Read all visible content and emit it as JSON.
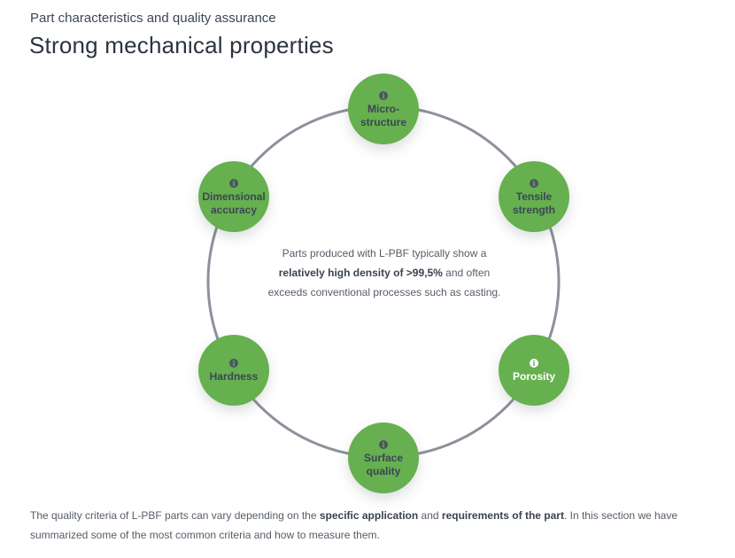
{
  "header": {
    "eyebrow": "Part characteristics and quality assurance",
    "title": "Strong mechanical properties"
  },
  "diagram": {
    "nodes": [
      {
        "id": "micro-structure",
        "label": "Micro-\nstructure",
        "active": false
      },
      {
        "id": "tensile-strength",
        "label": "Tensile\nstrength",
        "active": false
      },
      {
        "id": "porosity",
        "label": "Porosity",
        "active": true
      },
      {
        "id": "surface-quality",
        "label": "Surface\nquality",
        "active": false
      },
      {
        "id": "hardness",
        "label": "Hardness",
        "active": false
      },
      {
        "id": "dimensional-accuracy",
        "label": "Dimensional\naccuracy",
        "active": false
      }
    ],
    "info_icon": "info-icon",
    "center": {
      "text_before": "Parts produced with L-PBF typically show a ",
      "text_bold": "relatively high density of >99,5%",
      "text_after": " and often exceeds conventional processes such as casting."
    }
  },
  "footer": {
    "part1": "The quality criteria of L-PBF parts can vary depending on the ",
    "bold1": "specific application",
    "part2": " and ",
    "bold2": "requirements of the part",
    "part3": ". In this section we have summarized some of the most common criteria and how to measure them."
  },
  "colors": {
    "node_fill": "#66b04f",
    "ring": "#8c919b",
    "text": "#3a4250"
  }
}
